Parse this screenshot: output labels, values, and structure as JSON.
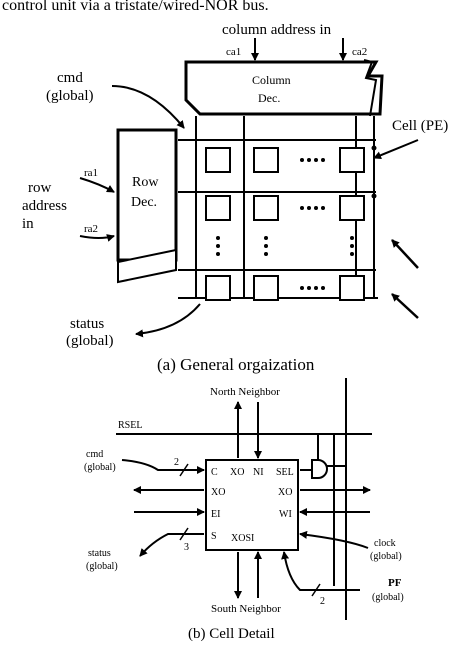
{
  "header_text": "control unit via a tristate/wired-NOR bus.",
  "diagram_a": {
    "column_address_label": "column address in",
    "ca1": "ca1",
    "ca2": "ca2",
    "column_dec_line1": "Column",
    "column_dec_line2": "Dec.",
    "cmd_line1": "cmd",
    "cmd_line2": "(global)",
    "cell_pe": "Cell (PE)",
    "row_label_line1": "row",
    "row_label_line2": "address",
    "row_label_line3": "in",
    "ra1": "ra1",
    "ra2": "ra2",
    "row_dec_line1": "Row",
    "row_dec_line2": "Dec.",
    "status_line1": "status",
    "status_line2": "(global)",
    "caption": "(a) General orgaization"
  },
  "diagram_b": {
    "north": "North Neighbor",
    "south": "South Neighbor",
    "rsel": "RSEL",
    "cmd_line1": "cmd",
    "cmd_line2": "(global)",
    "status_line1": "status",
    "status_line2": "(global)",
    "clock_line1": "clock",
    "clock_line2": "(global)",
    "pf_line1": "PF",
    "pf_line2": "(global)",
    "bus_width_cmd": "2",
    "bus_width_status": "3",
    "bus_width_pf": "2",
    "pin_c": "C",
    "pin_xo_top": "XO",
    "pin_ni": "NI",
    "pin_sel": "SEL",
    "pin_xo_left": "XO",
    "pin_xo_right": "XO",
    "pin_ei": "EI",
    "pin_wi": "WI",
    "pin_s": "S",
    "pin_xo_si": "XOSI",
    "caption": "(b) Cell Detail"
  }
}
